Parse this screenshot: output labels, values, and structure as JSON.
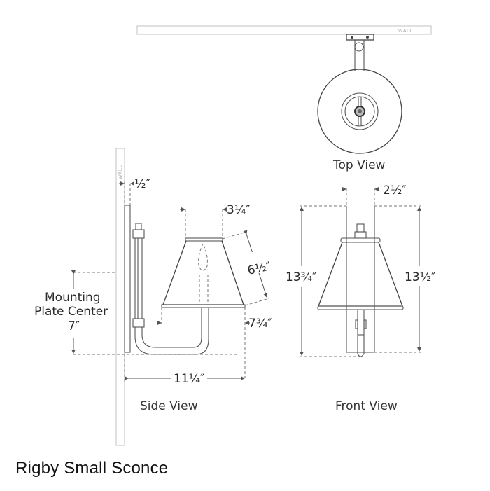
{
  "title": "Rigby Small Sconce",
  "views": {
    "top": "Top View",
    "side": "Side View",
    "front": "Front View"
  },
  "wall_label": "WALL",
  "dimensions": {
    "backplate_depth": "½″",
    "shade_top_diameter": "3¼″",
    "shade_height": "6½″",
    "shade_bottom_to_arm": "7¾″",
    "extension": "11¼″",
    "mounting_plate_center_label_1": "Mounting",
    "mounting_plate_center_label_2": "Plate Center",
    "mounting_plate_center_value": "7″",
    "backplate_width": "2½″",
    "overall_height": "13¾″",
    "backplate_height": "13½″"
  },
  "colors": {
    "line": "#555555",
    "hatch": "#c8c8c8",
    "text": "#2a2a2a"
  }
}
